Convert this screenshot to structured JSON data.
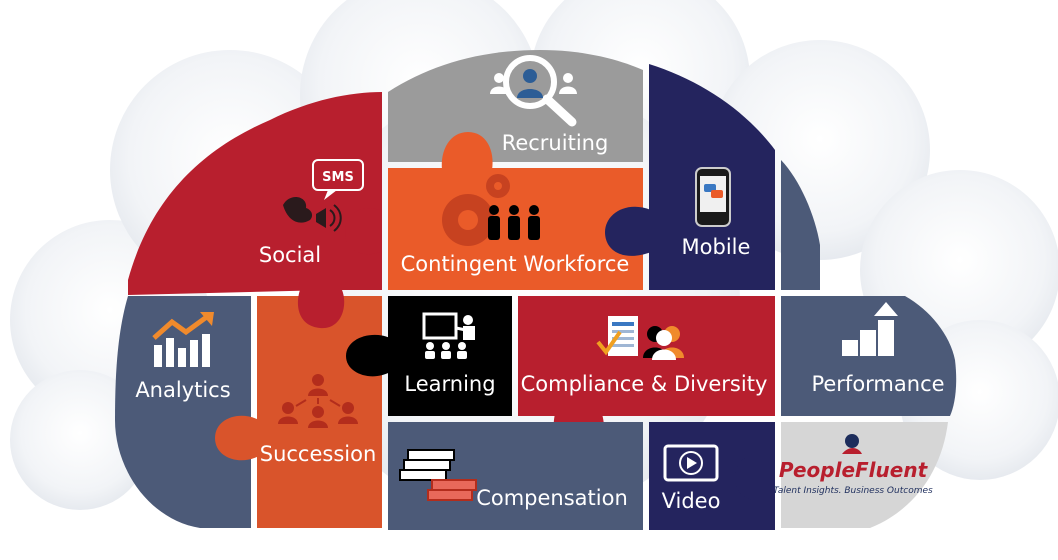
{
  "pieces": {
    "social": "Social",
    "recruiting": "Recruiting",
    "contingent": "Contingent Workforce",
    "mobile": "Mobile",
    "analytics": "Analytics",
    "succession": "Succession",
    "learning": "Learning",
    "compliance": "Compliance & Diversity",
    "performance": "Performance",
    "compensation": "Compensation",
    "video": "Video"
  },
  "icons": {
    "sms_bubble": "SMS"
  },
  "brand": {
    "name": "PeopleFluent",
    "tagline": "Talent Insights. Business Outcomes"
  },
  "colors": {
    "red": "#b81f2e",
    "gray": "#9b9b9b",
    "orange": "#ea5b29",
    "navy": "#24245e",
    "slate": "#4c5a78",
    "orange_dark": "#d9542b",
    "black": "#000000",
    "light": "#d6d6d6",
    "cloud": "#eef0f4"
  }
}
